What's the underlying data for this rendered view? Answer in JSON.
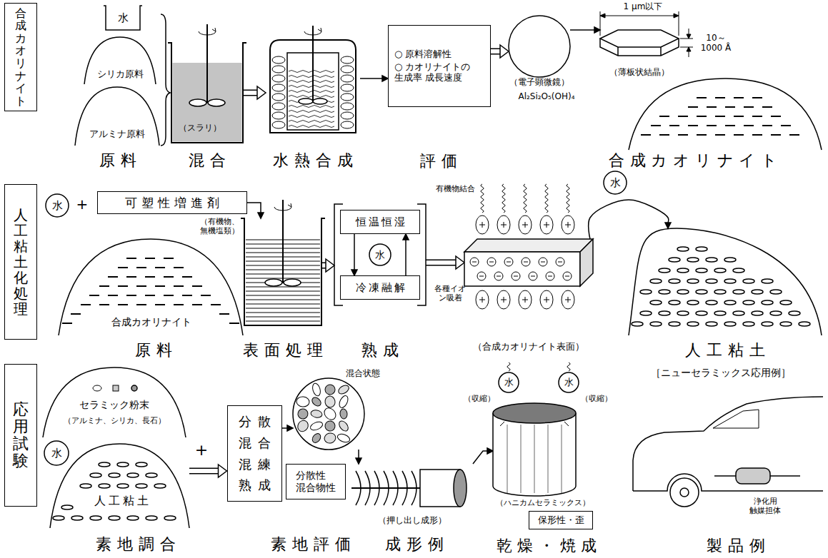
{
  "diagram": {
    "nodes": [
      {
        "text": [
          "合成カオリナイト"
        ]
      },
      {
        "text": [
          "水"
        ]
      },
      {
        "text": [
          "シリカ原料"
        ]
      },
      {
        "text": [
          "アルミナ原料"
        ]
      },
      {
        "text": [
          "（スラリ）",
          "混合"
        ]
      },
      {
        "text": [
          "水熱合成"
        ]
      },
      {
        "text": [
          "○ 原料溶解性",
          "○ カオリナイトの 生成率 成長速度",
          "評価"
        ]
      },
      {
        "text": [
          "（電子顕微鏡）"
        ]
      },
      {
        "text": [
          "（薄板状結晶）"
        ]
      },
      {
        "text": [
          "合成カオリナイト"
        ]
      },
      {
        "text": [
          "人工粘土化処理"
        ]
      },
      {
        "text": [
          "水"
        ]
      },
      {
        "text": [
          "可塑性増進剤"
        ]
      },
      {
        "text": [
          "合成カオリナイト"
        ]
      },
      {
        "text": [
          "表面処理"
        ]
      },
      {
        "text": [
          "熟成"
        ]
      },
      {
        "text": [
          "恒温恒湿"
        ],
        "in": 15
      },
      {
        "text": [
          "冷凍融解"
        ],
        "in": 15
      },
      {
        "text": [
          "水"
        ],
        "in": 15
      },
      {
        "text": [
          "（合成カオリナイト表面）"
        ]
      },
      {
        "text": [
          "水"
        ]
      },
      {
        "text": [
          "人工粘土"
        ]
      },
      {
        "text": [
          "応用試験"
        ]
      },
      {
        "text": [
          "セラミック粉末",
          "（アルミナ、シリカ、長石）"
        ]
      },
      {
        "text": [
          "水"
        ]
      },
      {
        "text": [
          "人工粘土"
        ]
      },
      {
        "text": [
          "分散",
          "混合",
          "混練",
          "熟成"
        ]
      },
      {
        "text": [
          "混合状態"
        ]
      },
      {
        "text": [
          "分散性 混合物性"
        ]
      },
      {
        "text": [
          "（押し出し成形）"
        ]
      },
      {
        "text": [
          "（ハニカムセラミックス）"
        ]
      },
      {
        "text": [
          "水"
        ]
      },
      {
        "text": [
          "水"
        ]
      },
      {
        "text": [
          "保形性・歪"
        ]
      }
    ],
    "edges": [
      {
        "from": 4,
        "to": 5,
        "arrow": "to"
      },
      {
        "from": 5,
        "to": 6,
        "arrow": "to"
      },
      {
        "from": 6,
        "to": 7,
        "arrow": "to"
      },
      {
        "from": 7,
        "to": 8,
        "arrow": "to"
      },
      {
        "from": 12,
        "to": 14,
        "arrow": "to"
      },
      {
        "from": 14,
        "to": 15,
        "arrow": "to"
      },
      {
        "from": 16,
        "to": 17,
        "arrow": "to"
      },
      {
        "from": 17,
        "to": 16,
        "arrow": "to"
      },
      {
        "from": 15,
        "to": 19,
        "arrow": "to"
      },
      {
        "from": 19,
        "to": 21,
        "arrow": "to"
      },
      {
        "from": 25,
        "to": 26,
        "arrow": "to"
      },
      {
        "from": 26,
        "to": 27,
        "arrow": "to"
      },
      {
        "from": 27,
        "to": 29,
        "arrow": "to"
      },
      {
        "from": 29,
        "to": 30,
        "arrow": "to"
      }
    ],
    "labels": [
      "原料",
      "1 μm以下",
      "10～ 1000 Å",
      "Al₂Si₂O₅(OH)₄",
      "+",
      "（有機物、 無機塩類）",
      "原料",
      "有機物結合",
      "各種イオン吸着",
      "+",
      "素地調合",
      "素地評価",
      "成形例",
      "（収縮）",
      "（収縮）",
      "乾燥・焼成",
      "［ニューセラミックス応用例］",
      "浄化用 触媒担体",
      "製品例"
    ]
  }
}
